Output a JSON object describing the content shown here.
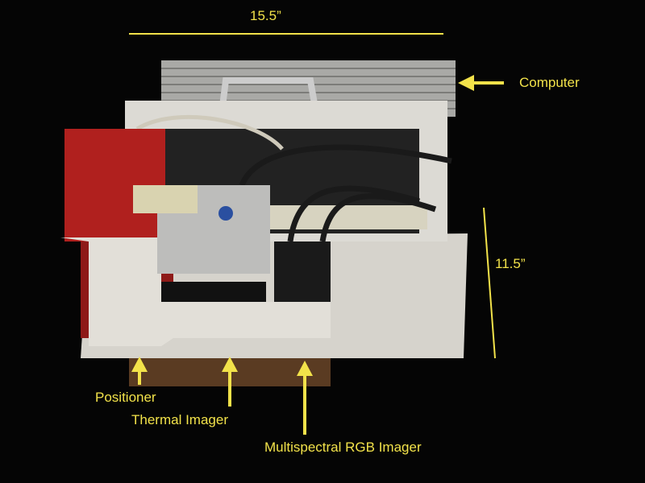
{
  "labels": {
    "width": "15.5”",
    "depth": "11.5”",
    "computer": "Computer",
    "positioner": "Positioner",
    "thermal_imager": "Thermal Imager",
    "multispectral": "Multispectral RGB Imager"
  },
  "colors": {
    "annotation": "#f2e24a",
    "background": "#050505",
    "plate": "#d9d6cf",
    "housing": "#b0201e"
  }
}
